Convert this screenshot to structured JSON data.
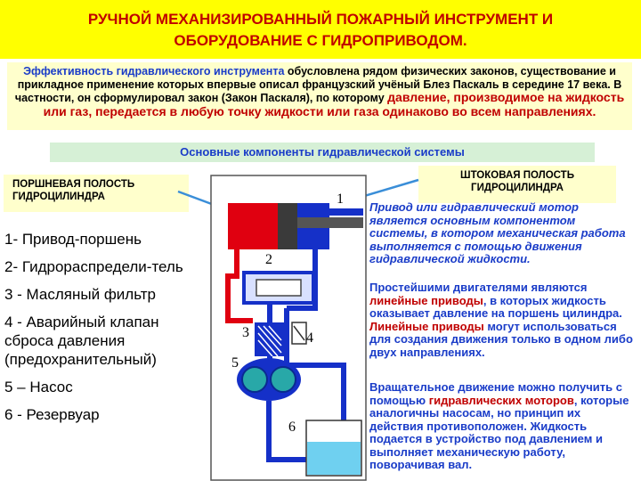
{
  "title": {
    "line1": "РУЧНОЙ МЕХАНИЗИРОВАННЫЙ ПОЖАРНЫЙ ИНСТРУМЕНТ И",
    "line2": "ОБОРУДОВАНИЕ С ГИДРОПРИВОДОМ."
  },
  "intro": {
    "part1": "Эффективность гидравлического инструмента",
    "part2": " обусловлена рядом физических законов, существование и прикладное применение которых впервые описал французский учёный Блез Паскаль в середине 17 века. В частности, он сформулировал закон (",
    "part3": "Закон Паскаля",
    "part4": "), по которому ",
    "part5": "давление, производимое на жидкость или газ, передается в любую точку жидкости или газа одинаково во всем направлениях."
  },
  "components_header": "Основные компоненты гидравлической системы",
  "callouts": {
    "left": "ПОРШНЕВАЯ ПОЛОСТЬ ГИДРОЦИЛИНДРА",
    "right": "ШТОКОВАЯ ПОЛОСТЬ ГИДРОЦИЛИНДРА"
  },
  "legend": [
    "1- Привод-поршень",
    "2- Гидрораспредели-тель",
    "3 - Масляный фильтр",
    "4 - Аварийный клапан сброса давления (предохранительный)",
    "5 – Насос",
    "6 - Резервуар"
  ],
  "diagram_labels": [
    "1",
    "2",
    "3",
    "4",
    "5",
    "6"
  ],
  "right_text": {
    "p1": "Привод или гидравлический мотор является основным компонентом системы, в котором механическая работа выполняется с помощью движения гидравлической жидкости.",
    "p2a": "Простейшими двигателями являются ",
    "p2b": "линейные приводы",
    "p2c": ", в которых жидкость оказывает давление на поршень цилиндра. ",
    "p2d": "Линейные приводы",
    "p2e": " могут использоваться для создания движения только в одном либо двух направлениях.",
    "p3a": "Вращательное движение можно получить с помощью ",
    "p3b": "гидравлических моторов",
    "p3c": ", которые аналогичны насосам, но принцип их действия противоположен. Жидкость подается в устройство под давлением и выполняет механическую работу, поворачивая вал."
  },
  "colors": {
    "title_bg": "#ffff00",
    "title_text": "#c00000",
    "text_blue": "#1a3cc8",
    "accent_red": "#c00000",
    "pipe_blue": "#1530c8",
    "pipe_red": "#e00010",
    "reservoir_cyan": "#6fd0f0",
    "callout_bg": "#ffffcc",
    "header_bg": "#d6f0d6"
  }
}
